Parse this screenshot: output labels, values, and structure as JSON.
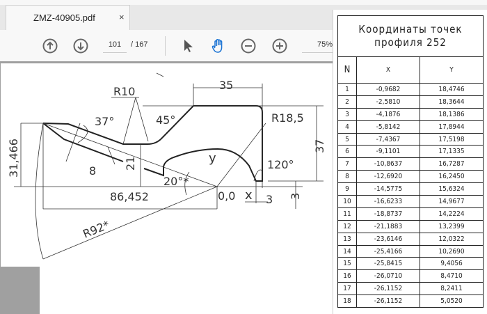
{
  "tab": {
    "title": "ZMZ-40905.pdf",
    "close": "×"
  },
  "toolbar": {
    "page_current": "101",
    "page_sep": "/ 167",
    "zoom": "75%"
  },
  "drawing": {
    "r10": "R10",
    "d35": "35",
    "a45": "45°",
    "a37": "37°",
    "r185": "R18,5",
    "d37": "37",
    "d31": "31,466",
    "d8": "8",
    "d21": "21",
    "y": "y",
    "a120": "120°",
    "a20": "20°*",
    "origin": "0,0",
    "x": "x",
    "d3a": "3",
    "d3b": "3",
    "d86": "86,452",
    "r92": "R92*"
  },
  "table": {
    "title1": "Координаты точек",
    "title2": "профиля 252",
    "col_n": "N",
    "col_x": "X",
    "col_y": "Y",
    "rows": [
      [
        "1",
        "-0,9682",
        "18,4746"
      ],
      [
        "2",
        "-2,5810",
        "18,3644"
      ],
      [
        "3",
        "-4,1876",
        "18,1386"
      ],
      [
        "4",
        "-5,8142",
        "17,8944"
      ],
      [
        "5",
        "-7,4367",
        "17,5198"
      ],
      [
        "6",
        "-9,1101",
        "17,1335"
      ],
      [
        "7",
        "-10,8637",
        "16,7287"
      ],
      [
        "8",
        "-12,6920",
        "16,2450"
      ],
      [
        "9",
        "-14,5775",
        "15,6324"
      ],
      [
        "10",
        "-16,6233",
        "14,9677"
      ],
      [
        "11",
        "-18,8737",
        "14,2224"
      ],
      [
        "12",
        "-21,1883",
        "13,2399"
      ],
      [
        "13",
        "-23,6146",
        "12,0322"
      ],
      [
        "14",
        "-25,4166",
        "10,2690"
      ],
      [
        "15",
        "-25,8415",
        "9,4056"
      ],
      [
        "16",
        "-26,0710",
        "8,4710"
      ],
      [
        "17",
        "-26,1152",
        "8,2411"
      ],
      [
        "18",
        "-26,1152",
        "5,0520"
      ]
    ]
  }
}
